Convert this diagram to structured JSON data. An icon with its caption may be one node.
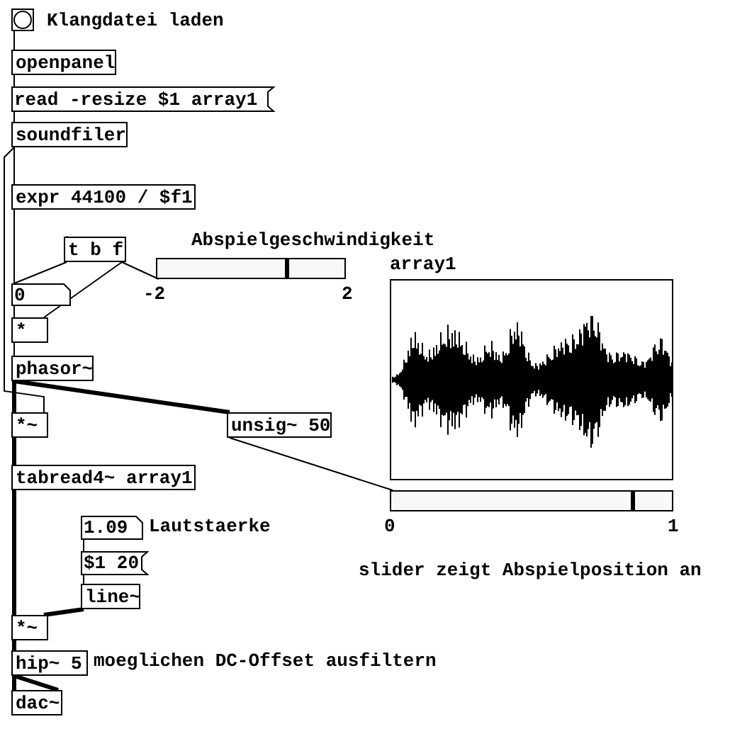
{
  "diagram": {
    "nodes": [
      {
        "text": [],
        "shape": "circle",
        "beside": [
          "Klangdatei laden"
        ]
      },
      {
        "text": [
          "openpanel"
        ]
      },
      {
        "text": [
          "read -resize $1 array1"
        ]
      },
      {
        "text": [
          "soundfiler"
        ]
      },
      {
        "text": [
          "expr 44100 / $f1"
        ]
      },
      {
        "text": [
          "t b f"
        ]
      },
      {
        "text": [],
        "shape": "bar",
        "beside": [
          "Abspielgeschwindigkeit",
          "-2",
          "2"
        ]
      },
      {
        "text": [
          "0"
        ]
      },
      {
        "text": [
          "*"
        ]
      },
      {
        "text": [
          "phasor~"
        ]
      },
      {
        "text": [
          "*~"
        ]
      },
      {
        "text": [
          "unsig~ 50"
        ]
      },
      {
        "text": [
          "tabread4~ array1"
        ]
      },
      {
        "text": [],
        "shape": "picture",
        "beside": [
          "array1"
        ]
      },
      {
        "text": [],
        "shape": "bar",
        "beside": [
          "0",
          "1"
        ]
      },
      {
        "text": [
          "1.09"
        ],
        "beside": [
          "Lautstaerke"
        ]
      },
      {
        "text": [
          "$1 20"
        ]
      },
      {
        "text": [
          "line~"
        ]
      },
      {
        "text": [
          "*~"
        ]
      },
      {
        "text": [
          "hip~ 5"
        ],
        "beside": [
          "moeglichen DC-Offset ausfiltern"
        ]
      },
      {
        "text": [
          "dac~"
        ]
      }
    ],
    "edges": [
      {
        "from": 0,
        "to": 1,
        "arrow": "none"
      },
      {
        "from": 1,
        "to": 2,
        "arrow": "none"
      },
      {
        "from": 2,
        "to": 3,
        "arrow": "none"
      },
      {
        "from": 3,
        "to": 4,
        "arrow": "none"
      },
      {
        "from": 3,
        "to": 10,
        "arrow": "none"
      },
      {
        "from": 4,
        "to": 7,
        "arrow": "none"
      },
      {
        "from": 6,
        "to": 5,
        "arrow": "none"
      },
      {
        "from": 5,
        "to": 7,
        "arrow": "none"
      },
      {
        "from": 5,
        "to": 8,
        "arrow": "none"
      },
      {
        "from": 7,
        "to": 8,
        "arrow": "none"
      },
      {
        "from": 8,
        "to": 9,
        "arrow": "none"
      },
      {
        "from": 9,
        "to": 10,
        "arrow": "none",
        "style": "thick"
      },
      {
        "from": 9,
        "to": 11,
        "arrow": "none",
        "style": "thick"
      },
      {
        "from": 10,
        "to": 12,
        "arrow": "none",
        "style": "thick"
      },
      {
        "from": 11,
        "to": 14,
        "arrow": "none"
      },
      {
        "from": 12,
        "to": 18,
        "arrow": "none",
        "style": "thick"
      },
      {
        "from": 15,
        "to": 16,
        "arrow": "none"
      },
      {
        "from": 16,
        "to": 17,
        "arrow": "none"
      },
      {
        "from": 17,
        "to": 18,
        "arrow": "none",
        "style": "thick"
      },
      {
        "from": 18,
        "to": 19,
        "arrow": "none",
        "style": "thick"
      },
      {
        "from": 19,
        "to": 20,
        "arrow": "none",
        "style": "thick"
      },
      {
        "from": 19,
        "to": 20,
        "arrow": "none",
        "style": "thick"
      }
    ],
    "labels": [
      "slider zeigt Abspielposition an"
    ]
  }
}
